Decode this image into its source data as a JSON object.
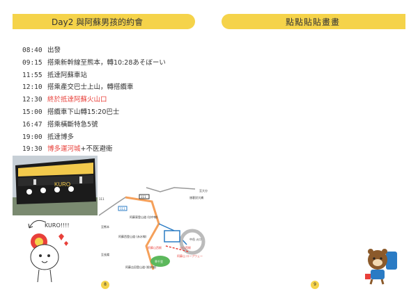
{
  "header": {
    "left_title": "Day2 與阿蘇男孩的約會",
    "right_title": "點點貼貼畫畫"
  },
  "schedule": [
    {
      "time": "08:40",
      "parts": [
        {
          "text": "出發",
          "red": false
        }
      ]
    },
    {
      "time": "09:15",
      "parts": [
        {
          "text": "搭乘新幹線至熊本，轉10:28あそぼーい",
          "red": false
        }
      ]
    },
    {
      "time": "11:55",
      "parts": [
        {
          "text": "抵達阿蘇車站",
          "red": false
        }
      ]
    },
    {
      "time": "12:10",
      "parts": [
        {
          "text": "搭乘產交巴士上山，轉搭纜車",
          "red": false
        }
      ]
    },
    {
      "time": "12:30",
      "parts": [
        {
          "text": "終於抵達阿蘇火山口",
          "red": true
        }
      ]
    },
    {
      "time": "15:00",
      "parts": [
        {
          "text": "搭纜車下山轉15:20巴士",
          "red": false
        }
      ]
    },
    {
      "time": "16:47",
      "parts": [
        {
          "text": "搭乘橫斷特急5號",
          "red": false
        }
      ]
    },
    {
      "time": "19:00",
      "parts": [
        {
          "text": "抵達博多",
          "red": false
        }
      ]
    },
    {
      "time": "19:30",
      "parts": [
        {
          "text": "博多運河城",
          "red": true
        },
        {
          "text": "+不医避衛",
          "red": false
        }
      ]
    }
  ],
  "photo": {
    "train_logo": "KURO"
  },
  "kuro_caption": "KURO!!!!",
  "map": {
    "labels": {
      "route_num_top": "111",
      "route_num_mid": "111",
      "route_111_small": "111",
      "kansai": "至大分",
      "rest": "旅客對大橋",
      "mt_east": "阿蘇東登山道\n(坊中線)",
      "mt_west": "阿蘇西登山道\n(赤水線)",
      "kuma": "至熊本",
      "sanjo": "至長陽",
      "mt_south": "阿蘇吉田登山道\n(根本線)",
      "crater": "中岳\n火口",
      "station_a": "火口西駅",
      "station_b": "阿蘇山西駅",
      "ropeway": "阿蘇山\nロープウェー",
      "kusasenri": "草千里"
    }
  },
  "page_numbers": {
    "left": "8",
    "right": "9"
  },
  "colors": {
    "banner": "#f5d34a",
    "accent_red": "#e8403a",
    "map_road": "#f5a05a",
    "map_green": "#5cb85c",
    "map_blue": "#2a7bc4"
  }
}
